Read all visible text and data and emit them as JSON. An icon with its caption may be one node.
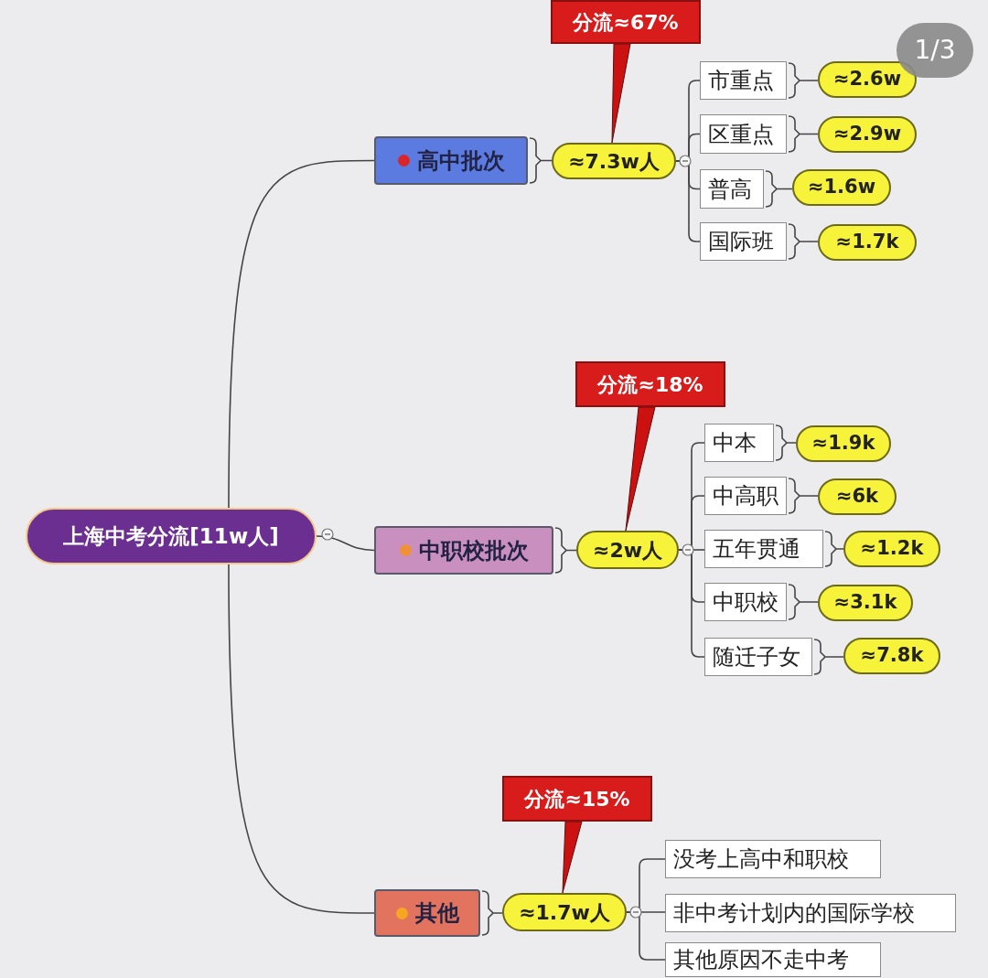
{
  "diagram": {
    "nodes": [
      {
        "text": [
          "上海中考分流[11w人]"
        ]
      },
      {
        "text": [
          "高中批次"
        ]
      },
      {
        "text": [
          "分流≈67%"
        ]
      },
      {
        "text": [
          "≈7.3w人"
        ]
      },
      {
        "text": [
          "市重点"
        ]
      },
      {
        "text": [
          "区重点"
        ]
      },
      {
        "text": [
          "普高"
        ]
      },
      {
        "text": [
          "国际班"
        ]
      },
      {
        "text": [
          "≈2.6w"
        ]
      },
      {
        "text": [
          "≈2.9w"
        ]
      },
      {
        "text": [
          "≈1.6w"
        ]
      },
      {
        "text": [
          "≈1.7k"
        ]
      },
      {
        "text": [
          "中职校批次"
        ]
      },
      {
        "text": [
          "分流≈18%"
        ]
      },
      {
        "text": [
          "≈2w人"
        ]
      },
      {
        "text": [
          "中本"
        ]
      },
      {
        "text": [
          "中高职"
        ]
      },
      {
        "text": [
          "五年贯通"
        ]
      },
      {
        "text": [
          "中职校"
        ]
      },
      {
        "text": [
          "随迁子女"
        ]
      },
      {
        "text": [
          "≈1.9k"
        ]
      },
      {
        "text": [
          "≈6k"
        ]
      },
      {
        "text": [
          "≈1.2k"
        ]
      },
      {
        "text": [
          "≈3.1k"
        ]
      },
      {
        "text": [
          "≈7.8k"
        ]
      },
      {
        "text": [
          "其他"
        ]
      },
      {
        "text": [
          "分流≈15%"
        ]
      },
      {
        "text": [
          "≈1.7w人"
        ]
      },
      {
        "text": [
          "没考上高中和职校"
        ]
      },
      {
        "text": [
          "非中考计划内的国际学校"
        ]
      },
      {
        "text": [
          "其他原因不走中考"
        ]
      }
    ],
    "edges": [
      {
        "from": 0,
        "to": 1,
        "arrow": "none"
      },
      {
        "from": 0,
        "to": 12,
        "arrow": "none"
      },
      {
        "from": 0,
        "to": 25,
        "arrow": "none"
      },
      {
        "from": 1,
        "to": 3,
        "arrow": "none"
      },
      {
        "from": 2,
        "to": 3,
        "arrow": "none",
        "style": "thick",
        "color": "#cc1111"
      },
      {
        "from": 3,
        "to": 4,
        "arrow": "none"
      },
      {
        "from": 3,
        "to": 5,
        "arrow": "none"
      },
      {
        "from": 3,
        "to": 6,
        "arrow": "none"
      },
      {
        "from": 3,
        "to": 7,
        "arrow": "none"
      },
      {
        "from": 4,
        "to": 8,
        "arrow": "none"
      },
      {
        "from": 5,
        "to": 9,
        "arrow": "none"
      },
      {
        "from": 6,
        "to": 10,
        "arrow": "none"
      },
      {
        "from": 7,
        "to": 11,
        "arrow": "none"
      },
      {
        "from": 12,
        "to": 14,
        "arrow": "none"
      },
      {
        "from": 13,
        "to": 14,
        "arrow": "none",
        "style": "thick",
        "color": "#cc1111"
      },
      {
        "from": 14,
        "to": 15,
        "arrow": "none"
      },
      {
        "from": 14,
        "to": 16,
        "arrow": "none"
      },
      {
        "from": 14,
        "to": 17,
        "arrow": "none"
      },
      {
        "from": 14,
        "to": 18,
        "arrow": "none"
      },
      {
        "from": 14,
        "to": 19,
        "arrow": "none"
      },
      {
        "from": 15,
        "to": 20,
        "arrow": "none"
      },
      {
        "from": 16,
        "to": 21,
        "arrow": "none"
      },
      {
        "from": 17,
        "to": 22,
        "arrow": "none"
      },
      {
        "from": 18,
        "to": 23,
        "arrow": "none"
      },
      {
        "from": 19,
        "to": 24,
        "arrow": "none"
      },
      {
        "from": 25,
        "to": 27,
        "arrow": "none"
      },
      {
        "from": 26,
        "to": 27,
        "arrow": "none",
        "style": "thick",
        "color": "#cc1111"
      },
      {
        "from": 27,
        "to": 28,
        "arrow": "none"
      },
      {
        "from": 27,
        "to": 29,
        "arrow": "none"
      },
      {
        "from": 27,
        "to": 30,
        "arrow": "none"
      }
    ],
    "labels": [
      "1/3"
    ]
  }
}
